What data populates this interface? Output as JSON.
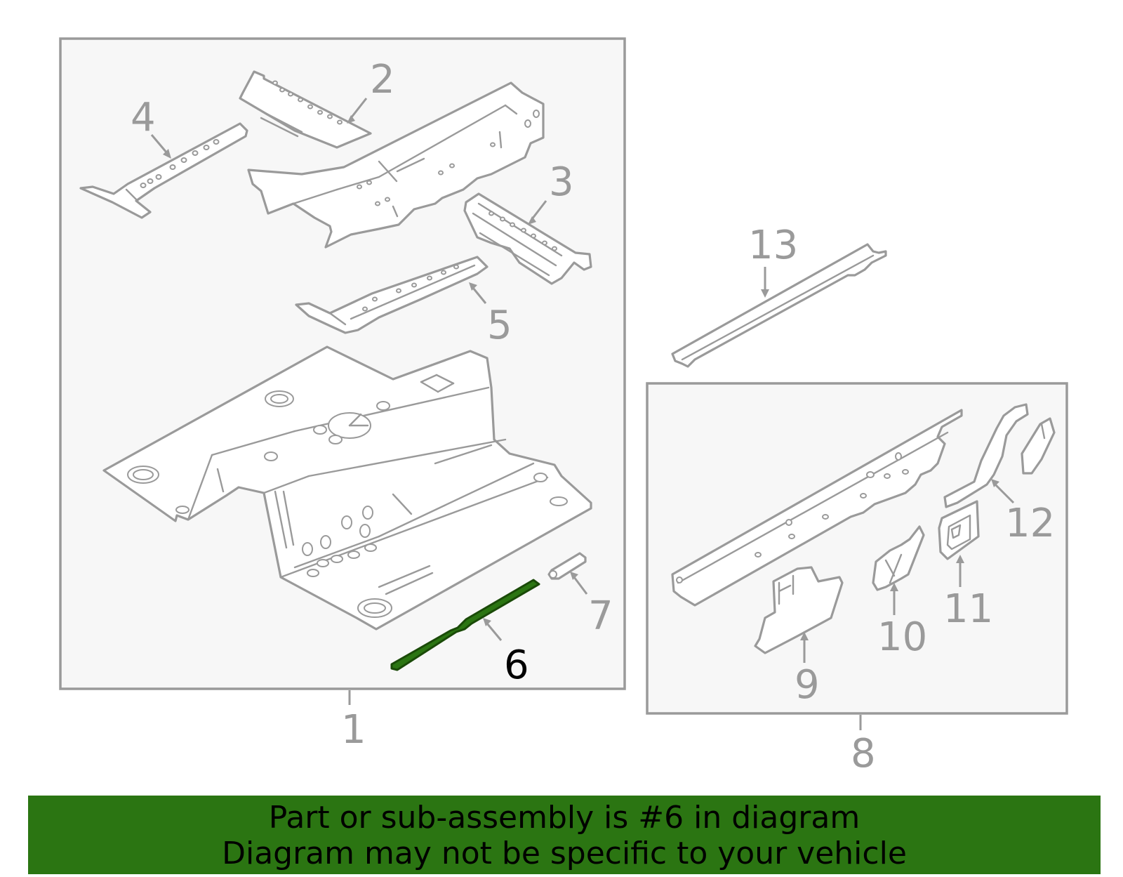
{
  "diagram": {
    "callouts": [
      {
        "id": "1",
        "label": "1"
      },
      {
        "id": "2",
        "label": "2"
      },
      {
        "id": "3",
        "label": "3"
      },
      {
        "id": "4",
        "label": "4"
      },
      {
        "id": "5",
        "label": "5"
      },
      {
        "id": "6",
        "label": "6",
        "highlighted": true
      },
      {
        "id": "7",
        "label": "7"
      },
      {
        "id": "8",
        "label": "8"
      },
      {
        "id": "9",
        "label": "9"
      },
      {
        "id": "10",
        "label": "10"
      },
      {
        "id": "11",
        "label": "11"
      },
      {
        "id": "12",
        "label": "12"
      },
      {
        "id": "13",
        "label": "13"
      }
    ],
    "colors": {
      "line": "#9a9a9a",
      "highlight_part": "#2b7512",
      "highlight_label": "#000000",
      "box_fill": "#f7f7f7"
    }
  },
  "banner": {
    "line1": "Part or sub-assembly is #6 in diagram",
    "line2": "Diagram may not be specific to your vehicle",
    "background": "#2b7512"
  }
}
